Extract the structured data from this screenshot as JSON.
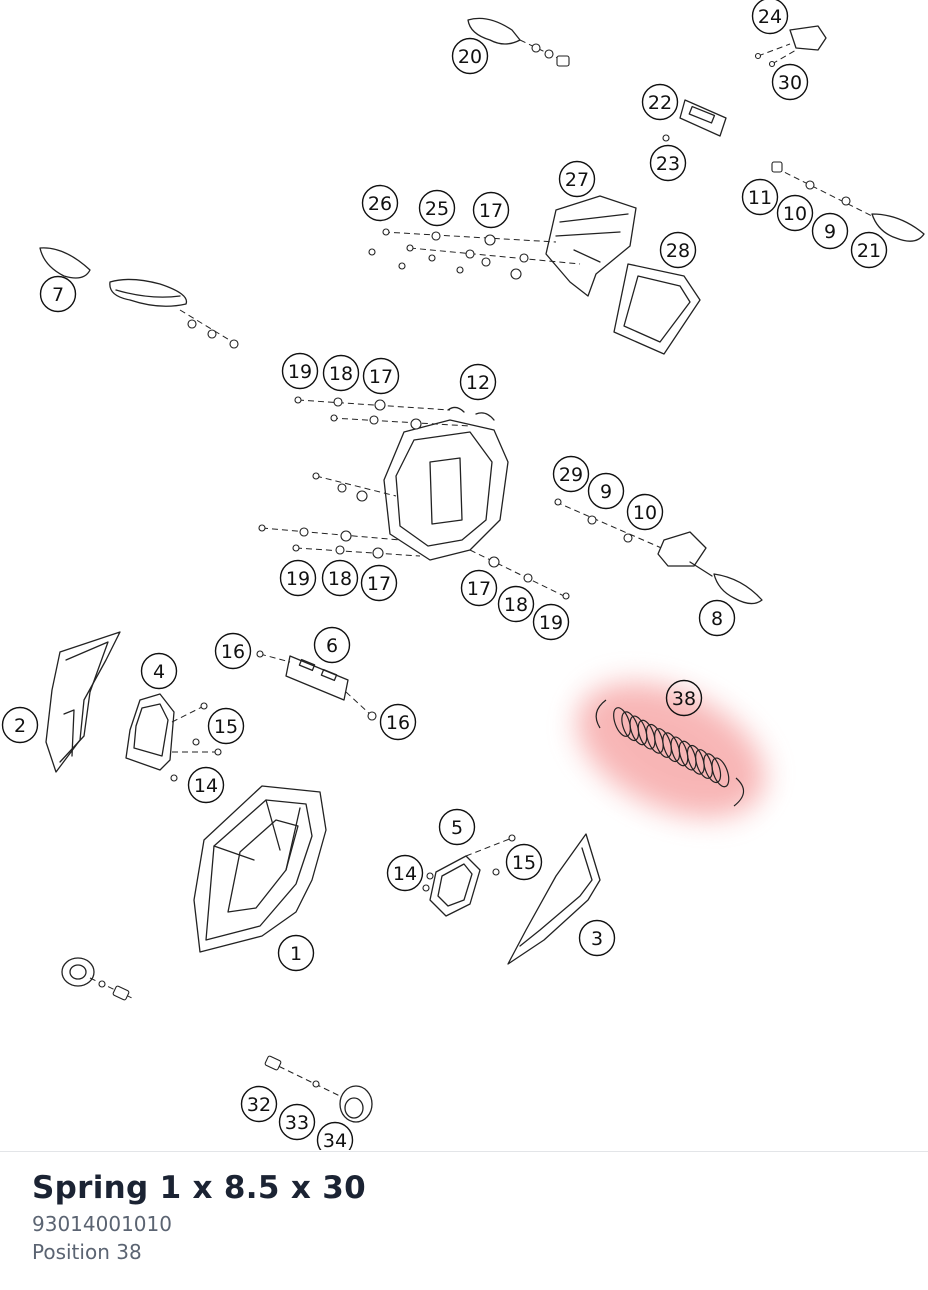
{
  "diagram": {
    "callouts": [
      "1",
      "2",
      "3",
      "4",
      "5",
      "6",
      "7",
      "8",
      "9",
      "10",
      "11",
      "12",
      "14",
      "15",
      "16",
      "17",
      "18",
      "19",
      "20",
      "21",
      "22",
      "23",
      "24",
      "25",
      "26",
      "27",
      "28",
      "29",
      "30",
      "32",
      "33",
      "34",
      "38"
    ],
    "highlight_color": "#f27a7a",
    "highlighted_position": "38"
  },
  "part_info": {
    "title": "Spring 1 x 8.5 x 30",
    "part_number": "93014001010",
    "position_label": "Position 38"
  }
}
